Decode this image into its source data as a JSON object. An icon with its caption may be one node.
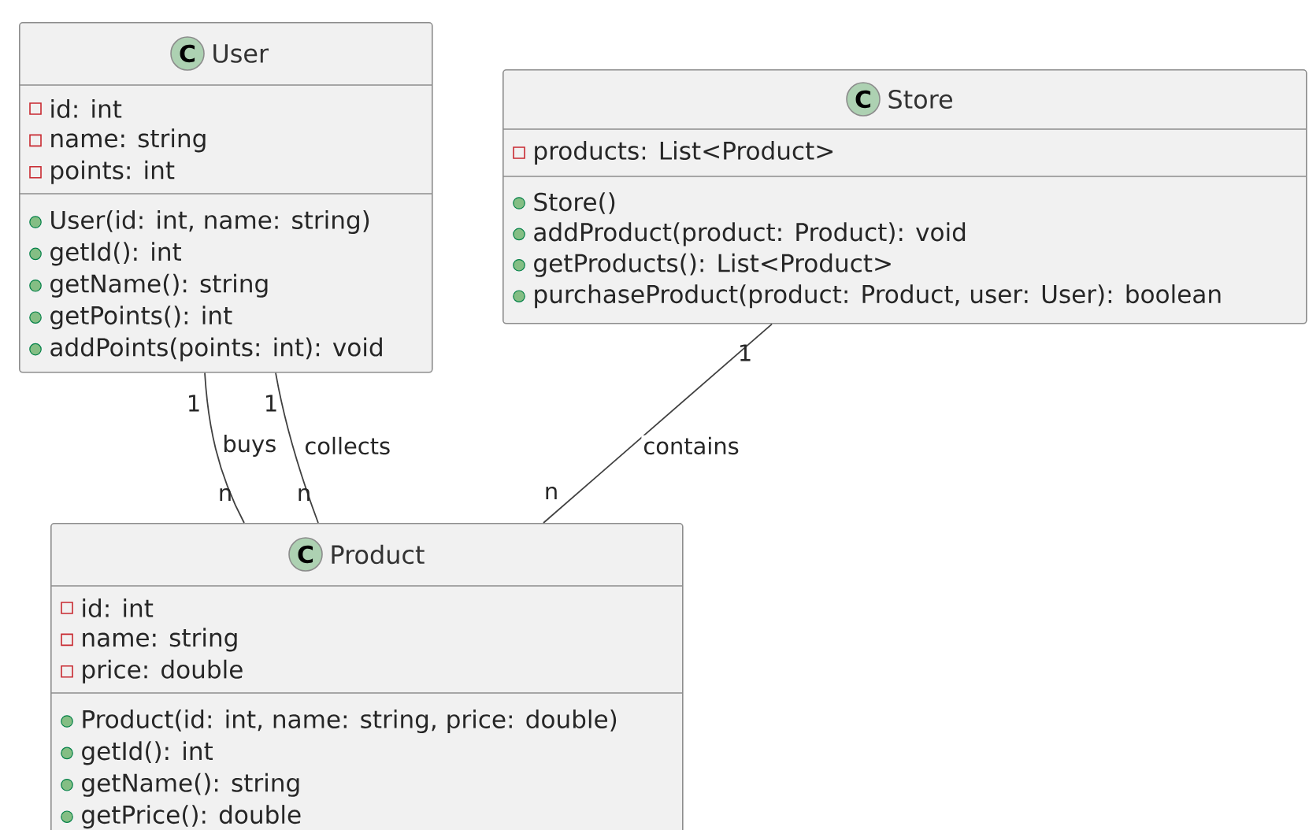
{
  "diagram": {
    "nodes": [
      {
        "text": [
          "C",
          "User",
          "id: int",
          "name: string",
          "points: int",
          "User(id: int, name: string)",
          "getId(): int",
          "getName(): string",
          "getPoints(): int",
          "addPoints(points: int): void"
        ]
      },
      {
        "text": [
          "C",
          "Store",
          "products: List<Product>",
          "Store()",
          "addProduct(product: Product): void",
          "getProducts(): List<Product>",
          "purchaseProduct(product: Product, user: User): boolean"
        ]
      },
      {
        "text": [
          "C",
          "Product",
          "id: int",
          "name: string",
          "price: double",
          "Product(id: int, name: string, price: double)",
          "getId(): int",
          "getName(): string",
          "getPrice(): double"
        ]
      }
    ],
    "edges": [
      {
        "from": 0,
        "to": 2,
        "arrow": "none",
        "label": "buys"
      },
      {
        "from": 0,
        "to": 2,
        "arrow": "none",
        "label": "collects"
      },
      {
        "from": 1,
        "to": 2,
        "arrow": "none",
        "label": "contains"
      }
    ],
    "labels": [
      "1",
      "1",
      "1",
      "n",
      "n",
      "n"
    ]
  }
}
